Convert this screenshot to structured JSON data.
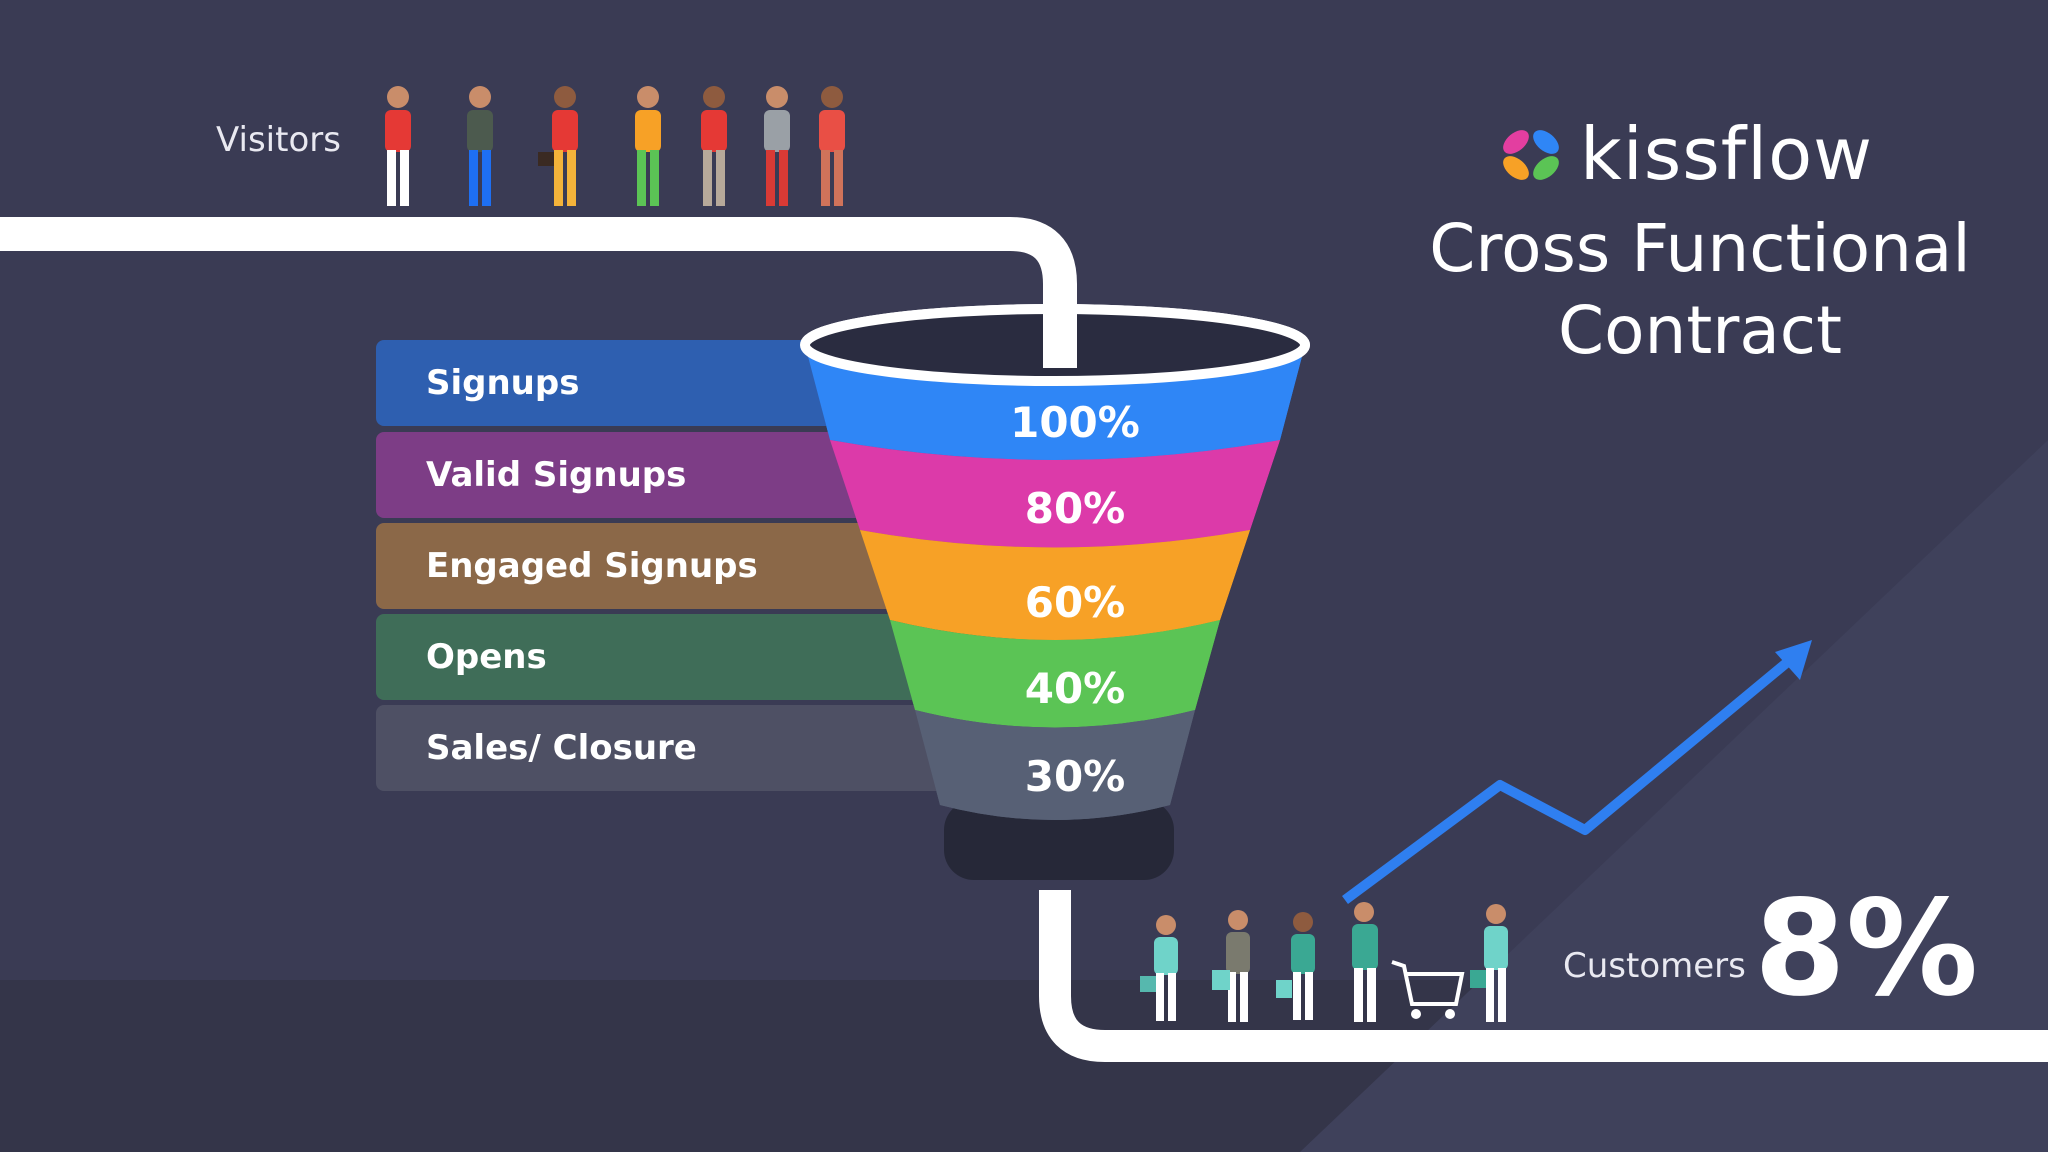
{
  "visitors_label": "Visitors",
  "brand": "kissflow",
  "title_line1": "Cross Functional",
  "title_line2": "Contract",
  "funnel_stages": [
    {
      "label": "Signups",
      "percent": "100%",
      "row_color": "#2e5fb0",
      "band_color": "#2f86f6"
    },
    {
      "label": "Valid Signups",
      "percent": "80%",
      "row_color": "#7d3d86",
      "band_color": "#dc3aa9"
    },
    {
      "label": "Engaged Signups",
      "percent": "60%",
      "row_color": "#8b6848",
      "band_color": "#f7a126"
    },
    {
      "label": "Opens",
      "percent": "40%",
      "row_color": "#3f6d58",
      "band_color": "#5bc455"
    },
    {
      "label": "Sales/ Closure",
      "percent": "30%",
      "row_color": "#4e5064",
      "band_color": "#576075"
    }
  ],
  "customers_label": "Customers",
  "customers_value": "8%",
  "colors": {
    "background": "#3a3b54",
    "pipe": "#ffffff",
    "trend_arrow": "#2f7ff0"
  }
}
